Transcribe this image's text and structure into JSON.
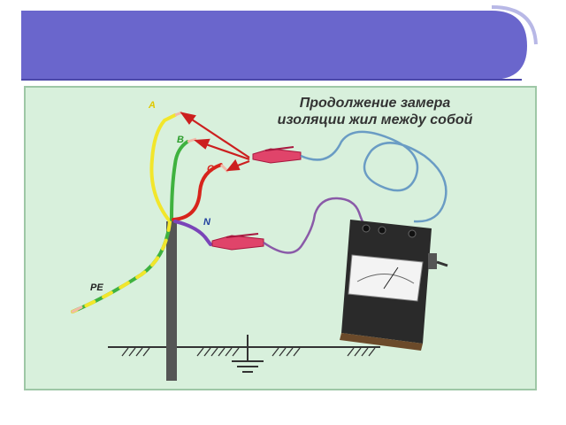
{
  "title": {
    "line1": "Продолжение замера",
    "line2": "изоляции жил между собой"
  },
  "wire_labels": {
    "a": "A",
    "b": "B",
    "c": "C",
    "n": "N",
    "pe": "PE"
  },
  "colors": {
    "header_band": "#6a66cc",
    "slide_background": "#d8f0dc",
    "phase_a": "#f2e62b",
    "phase_b": "#3fb23f",
    "phase_c": "#d7241c",
    "neutral": "#7a44b8",
    "probe_lead_1": "#6a9cc4",
    "probe_lead_2": "#8a5aa8",
    "arrow": "#cc1f1f",
    "clip": "#e0446a"
  },
  "icons": {
    "instrument": "megohmmeter-icon",
    "ground": "ground-symbol-icon",
    "clip": "crocodile-clip-icon"
  }
}
